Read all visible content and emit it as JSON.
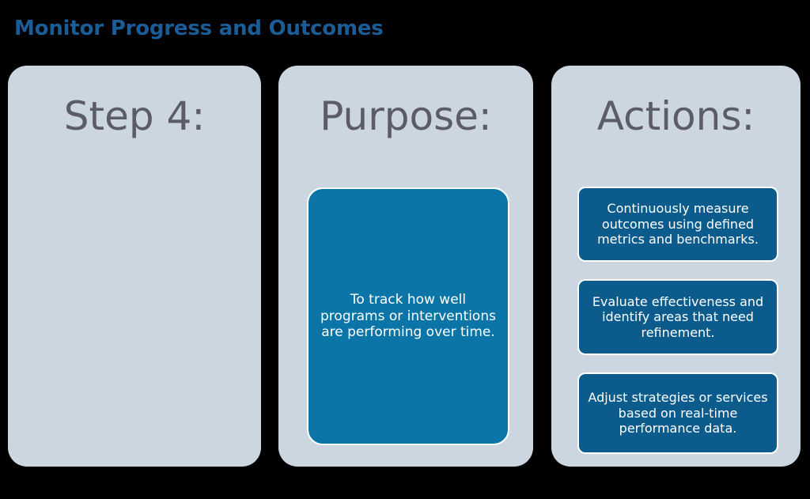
{
  "slide": {
    "title": "Monitor Progress and Outcomes",
    "background_color": "#000000",
    "title_color": "#1A5C96",
    "card_color": "#CCD6E0",
    "heading_color": "#5C5C66",
    "purpose_box_color": "#0B75A8",
    "action_box_color": "#0B5C8C",
    "box_border_color": "#FFFFFF"
  },
  "cards": {
    "step": {
      "heading": "Step 4:"
    },
    "purpose": {
      "heading": "Purpose:",
      "body": "To track how well programs or interventions are performing over time."
    },
    "actions": {
      "heading": "Actions:",
      "items": [
        "Continuously measure outcomes using defined metrics and benchmarks.",
        "Evaluate effectiveness and identify areas that need refinement.",
        "Adjust strategies or services based on real-time performance data."
      ]
    }
  }
}
